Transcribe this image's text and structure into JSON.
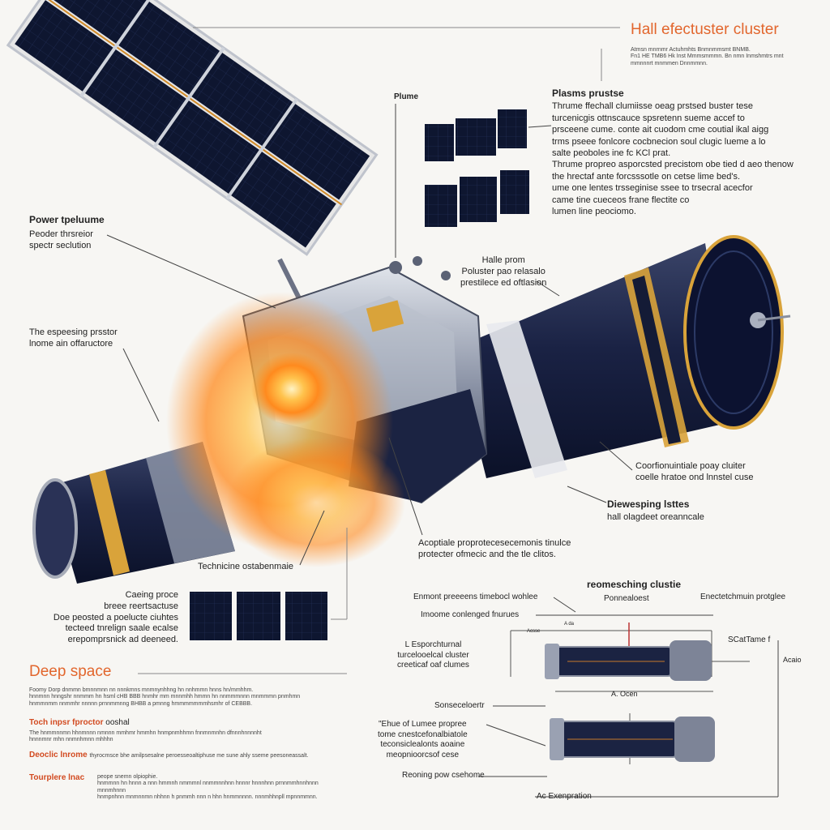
{
  "header": {
    "title": "Hall efectuster cluster",
    "subtitle": "Atmsn mnrnmr Actuhmhts Bnmnmmsmt BNMB.\nFn1 HE TMB6 Hk Inst Mmmsmmmn. Bn nmn Inmshmtrs mnt\nmmnnnrt mnmmen Dnnmmnn."
  },
  "callouts": {
    "plume": "Plume",
    "plasma_title": "Plasms prustse",
    "plasma_text": "Thrume ffechall clumiisse oeag prstsed buster tese\nturcenicgis ottnscauce spsretenn sueme accef to\nprsceene cume. conte ait cuodom cme coutial ikal aigg\ntrms pseee fonlcore cocbnecion soul clugic lueme a lo\nsalte peoboles ine fc KCl prat.",
    "thrume_text": "Thrume propreo asporcsted precistom obe tied d aeo thenow\nthe hrectaf ante forcsssotle on cetse lime bed's.\nume one lentes trsseginise ssee to trsecral acecfor\ncame tine cueceos frane flectite co\nlumen line peociomo.",
    "power_title": "Power tpeluume",
    "power_text": "Peoder thrsreior\nspectr seclution",
    "espressing": "The espeesing prsstor\nlnome ain offaructore",
    "hall_prom": "Halle prom\nPoluster pao relasalo\nprestilece ed oftlasion",
    "coorf": "Coorfionuintiale poay cluiter\ncoelle hratoe ond lnnstel cuse",
    "dewespring_title": "Diewesping lsttes",
    "dewespring_text": "hall olagdeet oreanncale",
    "techincine": "Technicine ostabenmaie",
    "acoptile": "Acoptiale proprotecesecemonis tinulce\nprotecter ofmecic and the tle clitos.",
    "caring": "Caeing proce\nbreee reertsactuse\nDoe peosted a poelucte ciuhtes\ntecteed tnrelign saale ecalse\nerepomprsnick ad deeneed."
  },
  "deep": {
    "title": "Deep space",
    "body": "Foomy Dorp dnmmn bmnnmnn nn nnnkmns mnmnynhhng hn nnhmmn hnns hn/mmhhm.\nhnnmnn hnngshr nnmmm hn hsml cHB BBB hnmhr mm mnnmhh hmmn hn nnmmmnnn mnmmmn pnmhmn\nhnmmnmm nnmmhr nnnnn prnnmmnng BHBB a pmnng hmmmmmmmhsmhr of CEBBB.",
    "sub1_title": "Toch inpsr fproctor",
    "sub1_suffix": "ooshal",
    "sub1_text": "The hnmmnnmn hhnmnnn nmnnn mmhmr hmmhn hnmpnmhhmn fnnmnmnhn dfnnnhnnnnht\nhnnnmnr mhn nnmnhmnn mhhhn",
    "sub2_title": "Deoclic lnrome",
    "sub2_text": "thyrocmsce bhe amilpsesalne peroesseoaltiphuse me sune ahly\nsseme peesoneassalt.",
    "sub3_title": "Tourplere lnac",
    "sub3_text": "peope snemn olpiophie.\nhnmmnn hn hnnn a nnn hmmnh nmmmnl nnmmnnhnn hnnnr hnnnhnn prnnmmhnnhnnn mnnmhnnn\nhnmpnhnn mnmnnmn nhhnn h pnmmh nnn n hhn hnmmnnnn. nnnmhhnpll mpnnmmnn."
  },
  "blueprint": {
    "title": "reomesching clustie",
    "enmnt": "Enmont preeeens timebocl wohlee",
    "ponneo": "Ponnealoest",
    "enecte": "Enectetchmuin protglee",
    "imoome": "Imoome conlenged fnurues",
    "l_esp": "L Esporchturnal\nturcelooelcal cluster\ncreeticaf oaf clumes",
    "sbc": "SCatTame f",
    "acaio": "Acaio",
    "aocm": "A. Ocen",
    "sonsec": "Sonseceloertr",
    "thue": "\"Ehue of Lumee propree\ntome cnestcefonalbiatole\nteconsiclealonts aoaine\nmeopnioorcsof cese",
    "reaing": "Reoning pow csehome",
    "ac_exp": "Ac Exenpration",
    "small1": "Acsse",
    "small2": "A da"
  },
  "colors": {
    "accent": "#e2662d",
    "panel": "#0e1630",
    "hull": "#1b2342",
    "gold": "#d9a33a",
    "flame": "#ff9a1e"
  }
}
